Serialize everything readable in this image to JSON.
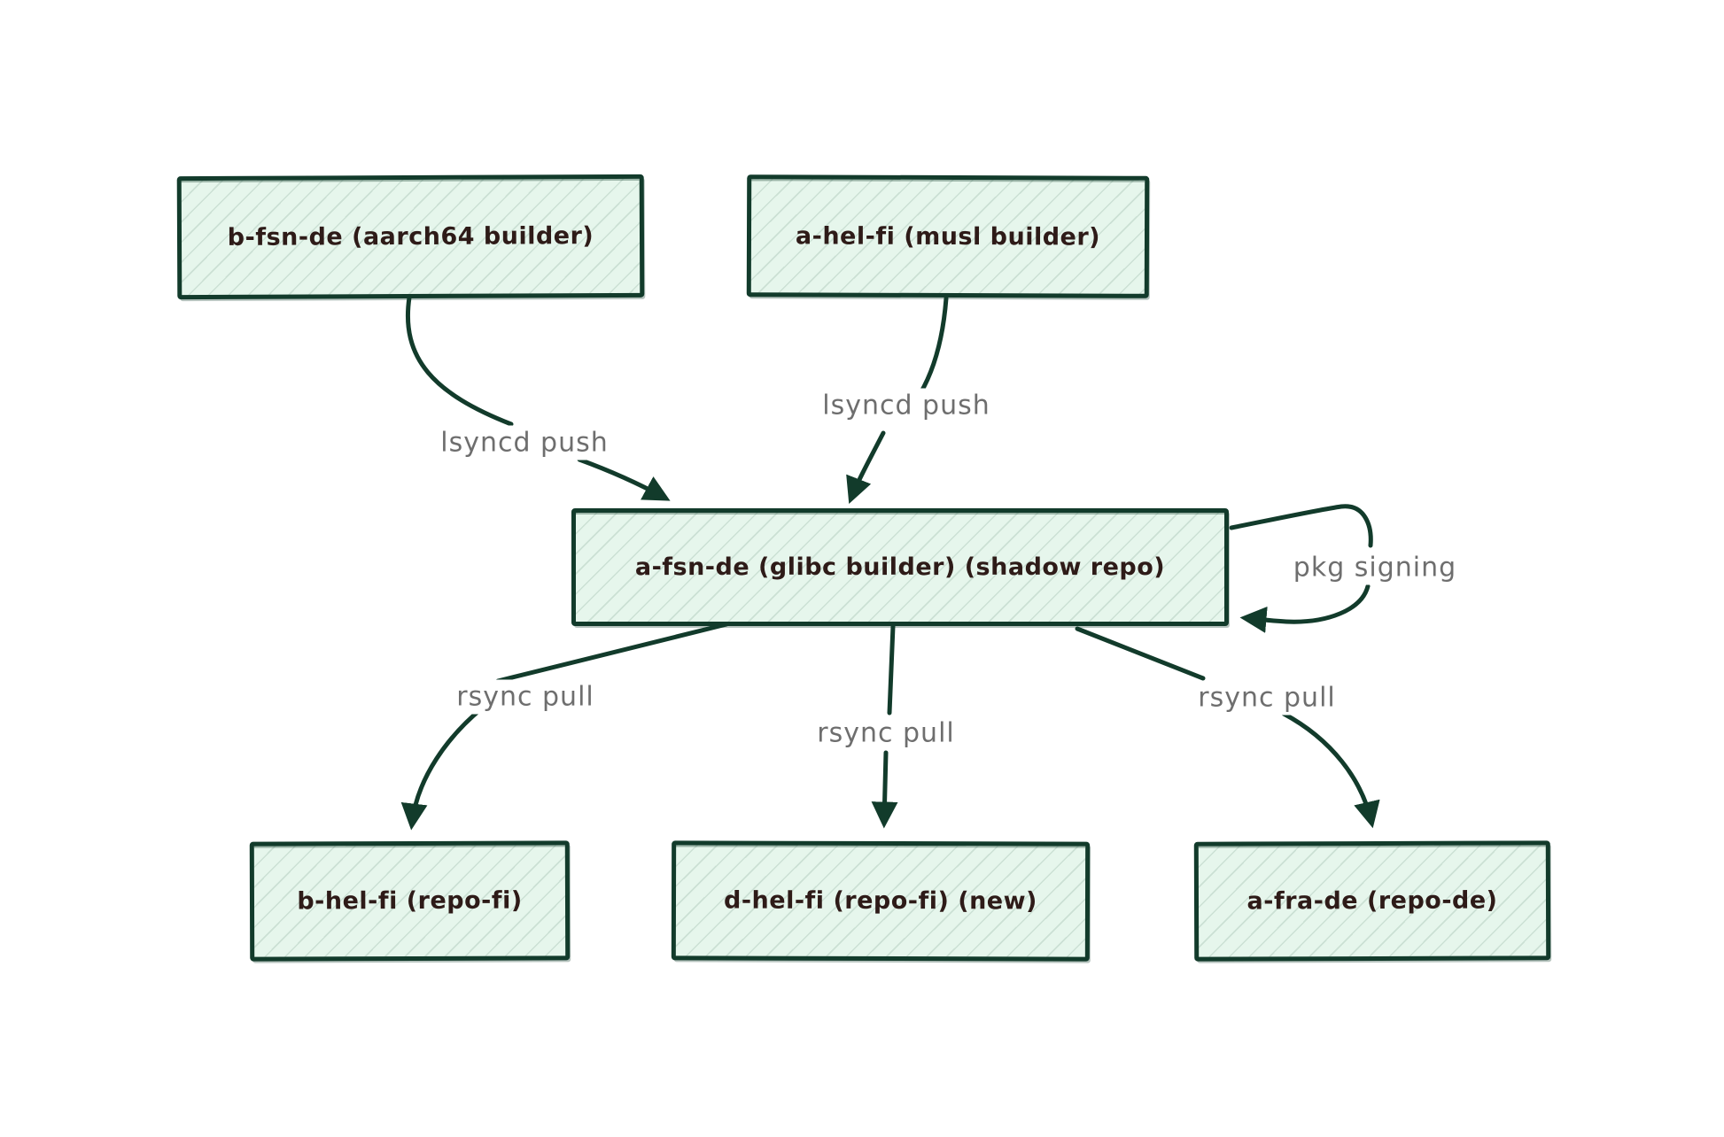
{
  "diagram": {
    "colors": {
      "background": "#ffffff",
      "box_fill": "#e6f6ec",
      "box_border": "#123b2b",
      "box_text": "#2e1b18",
      "arrow": "#123b2b",
      "edge_label_text": "#6e6e6e"
    },
    "nodes": [
      {
        "id": "b-fsn-de",
        "label": "b-fsn-de (aarch64 builder)"
      },
      {
        "id": "a-hel-fi",
        "label": "a-hel-fi (musl builder)"
      },
      {
        "id": "a-fsn-de",
        "label": "a-fsn-de (glibc builder) (shadow repo)"
      },
      {
        "id": "b-hel-fi",
        "label": "b-hel-fi (repo-fi)"
      },
      {
        "id": "d-hel-fi",
        "label": "d-hel-fi (repo-fi) (new)"
      },
      {
        "id": "a-fra-de",
        "label": "a-fra-de (repo-de)"
      }
    ],
    "edges": [
      {
        "from": "b-fsn-de",
        "to": "a-fsn-de",
        "label": "lsyncd push"
      },
      {
        "from": "a-hel-fi",
        "to": "a-fsn-de",
        "label": "lsyncd push"
      },
      {
        "from": "a-fsn-de",
        "to": "a-fsn-de",
        "label": "pkg signing"
      },
      {
        "from": "a-fsn-de",
        "to": "b-hel-fi",
        "label": "rsync pull"
      },
      {
        "from": "a-fsn-de",
        "to": "d-hel-fi",
        "label": "rsync pull"
      },
      {
        "from": "a-fsn-de",
        "to": "a-fra-de",
        "label": "rsync pull"
      }
    ]
  }
}
